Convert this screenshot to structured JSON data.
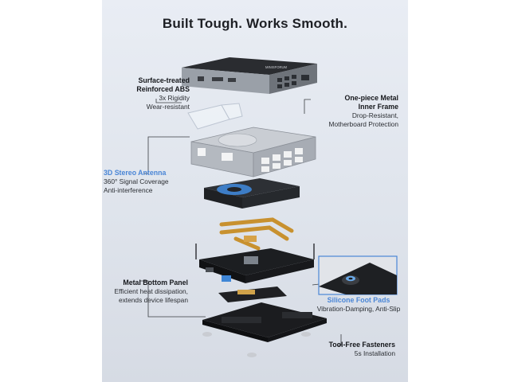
{
  "headline": "Built Tough. Works Smooth.",
  "brand_mark": "MINISFORUM",
  "callouts": {
    "abs": {
      "title_1": "Surface-treated",
      "title_2": "Reinforced ABS",
      "line_1": "3x Rigidity",
      "line_2": "Wear-resistant"
    },
    "frame": {
      "title_1": "One-piece Metal",
      "title_2": "Inner Frame",
      "line_1": "Drop-Resistant,",
      "line_2": "Motherboard Protection"
    },
    "antenna": {
      "title": "3D Stereo Antenna",
      "line_1": "360° Signal Coverage",
      "line_2": "Anti-interference"
    },
    "panel": {
      "title": "Metal Bottom Panel",
      "line_1": "Efficient heat dissipation,",
      "line_2": "extends device lifespan"
    },
    "pads": {
      "title": "Silicone Foot Pads",
      "line_1": "Vibration-Damping, Anti-Slip"
    },
    "fasteners": {
      "title": "Tool-Free Fasteners",
      "line_1": "5s Installation"
    }
  },
  "colors": {
    "accent_blue": "#4a86d6",
    "dark": "#15171b"
  }
}
